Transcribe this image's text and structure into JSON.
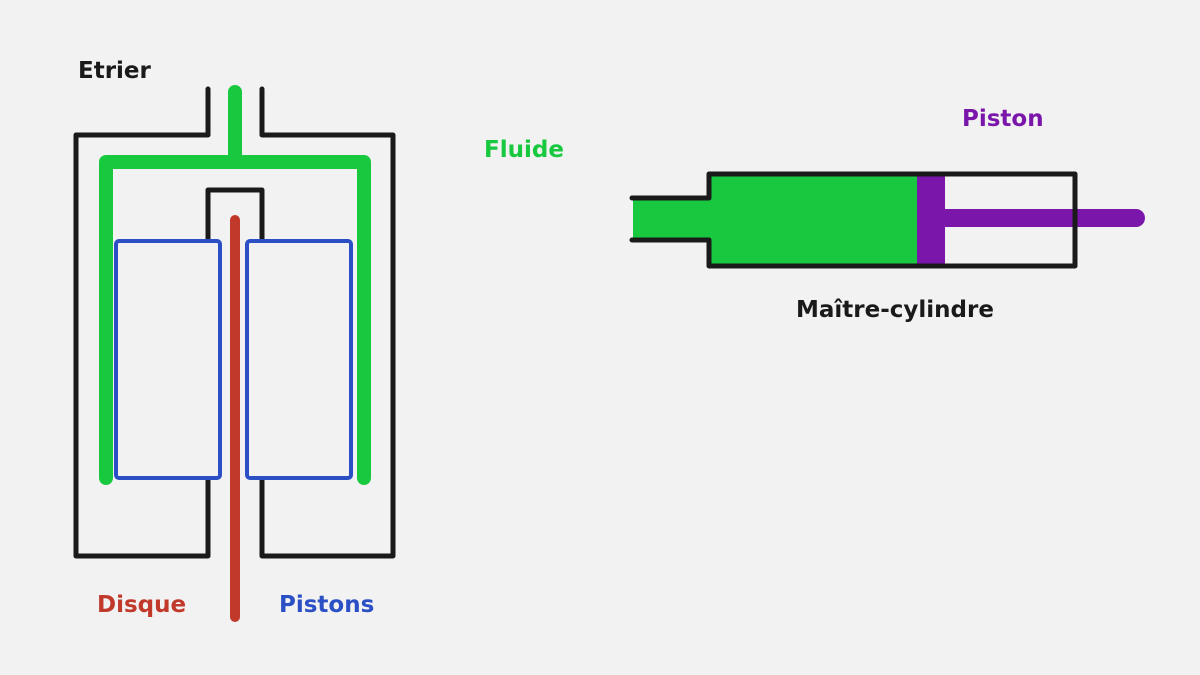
{
  "labels": {
    "caliper": "Etrier",
    "fluid": "Fluide",
    "piston": "Piston",
    "master_cylinder": "Maître-cylindre",
    "disc": "Disque",
    "pistons": "Pistons"
  },
  "colors": {
    "background": "#f2f2f2",
    "outline": "#1a1a1a",
    "fluid": "#18c940",
    "disc": "#c0392b",
    "pistons": "#2b4fc4",
    "piston": "#7b16ab"
  }
}
